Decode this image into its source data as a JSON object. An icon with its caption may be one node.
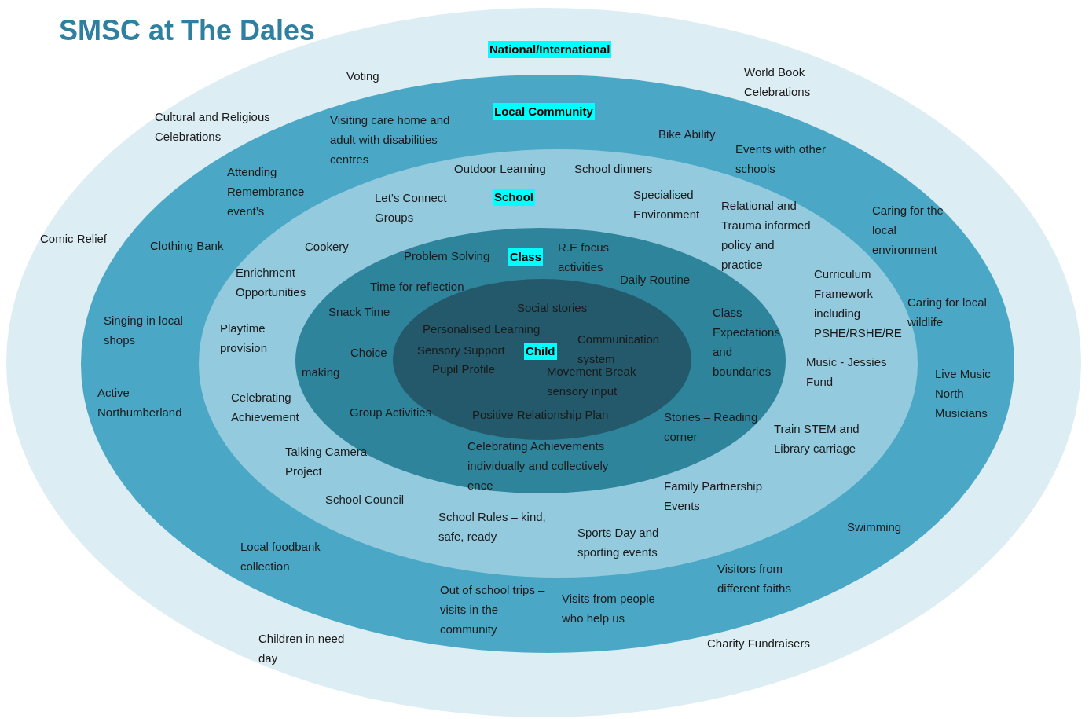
{
  "diagram": {
    "title": "SMSC at The Dales",
    "nodes": [
      {
        "text": [
          "National/International"
        ]
      },
      {
        "text": [
          "Local Community"
        ],
        "in": 0
      },
      {
        "text": [
          "School"
        ],
        "in": 1
      },
      {
        "text": [
          "Class"
        ],
        "in": 2
      },
      {
        "text": [
          "Child"
        ],
        "in": 3
      }
    ],
    "edges": [],
    "labels": [
      "Voting",
      "World Book Celebrations",
      "Cultural and Religious Celebrations",
      "Visiting care home and adult with disabilities centres",
      "Bike Ability",
      "Events with other schools",
      "Outdoor Learning",
      "School dinners",
      "Attending Remembrance event’s",
      "Let’s Connect Groups",
      "Specialised Environment",
      "Relational and Trauma informed policy and practice",
      "Caring for the local environment",
      "Comic Relief",
      "Clothing Bank",
      "Cookery",
      "Problem Solving",
      "R.E focus activities",
      "Daily Routine",
      "Enrichment Opportunities",
      "Curriculum Framework including PSHE/RSHE/RE",
      "Time for reflection",
      "Caring for local wildlife",
      "Social stories",
      "Snack Time",
      "Class Expectations and boundaries",
      "Singing in local shops",
      "Playtime provision",
      "Personalised Learning",
      "Communication system",
      "Choice making",
      "Sensory Support",
      "Music - Jessies Fund",
      "Pupil Profile",
      "Movement Break sensory input",
      "Live Music North Musicians",
      "Active Northumberland",
      "Celebrating Achievement",
      "Group Activities",
      "Positive Relationship Plan",
      "Stories – Reading corner",
      "Train STEM and Library carriage",
      "Talking Camera Project",
      "Celebrating Achievements individually and collectively ence",
      "Family Partnership Events",
      "School Council",
      "School Rules – kind, safe, ready",
      "Swimming",
      "Sports Day and sporting events",
      "Local foodbank collection",
      "Visitors from different faiths",
      "Out of school trips – visits in the community",
      "Visits from people who help us",
      "Children in need day",
      "Charity Fundraisers"
    ]
  }
}
